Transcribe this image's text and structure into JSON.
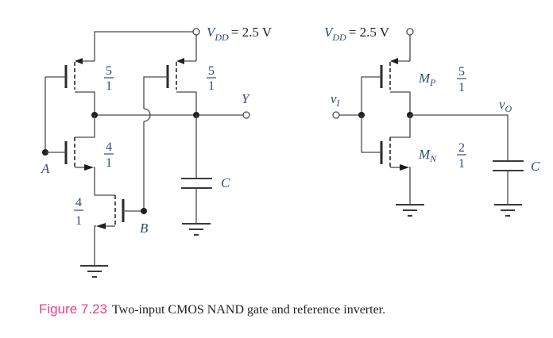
{
  "figure": {
    "number_label": "Figure 7.23",
    "caption": "Two-input CMOS NAND gate and reference inverter.",
    "colors": {
      "caption_accent": "#ee3d8a",
      "label_blue": "#2e4a7a",
      "wire": "#4a4a4a"
    }
  },
  "nand_gate": {
    "supply": {
      "symbol": "V",
      "subscript": "DD",
      "value_text": "= 2.5 V"
    },
    "output_label": "Y",
    "input_a_label": "A",
    "input_b_label": "B",
    "capacitor_label": "C",
    "transistors": [
      {
        "id": "pmos-a",
        "type": "PMOS",
        "ratio_num": "5",
        "ratio_den": "1"
      },
      {
        "id": "pmos-b",
        "type": "PMOS",
        "ratio_num": "5",
        "ratio_den": "1"
      },
      {
        "id": "nmos-a",
        "type": "NMOS",
        "ratio_num": "4",
        "ratio_den": "1"
      },
      {
        "id": "nmos-b",
        "type": "NMOS",
        "ratio_num": "4",
        "ratio_den": "1"
      }
    ]
  },
  "inverter": {
    "supply": {
      "symbol": "V",
      "subscript": "DD",
      "value_text": "= 2.5 V"
    },
    "input_label": {
      "symbol": "v",
      "subscript": "I"
    },
    "output_label": {
      "symbol": "v",
      "subscript": "O"
    },
    "capacitor_label": "C",
    "transistors": [
      {
        "id": "mp",
        "type": "PMOS",
        "name": "M",
        "name_sub": "P",
        "ratio_num": "5",
        "ratio_den": "1"
      },
      {
        "id": "mn",
        "type": "NMOS",
        "name": "M",
        "name_sub": "N",
        "ratio_num": "2",
        "ratio_den": "1"
      }
    ]
  }
}
